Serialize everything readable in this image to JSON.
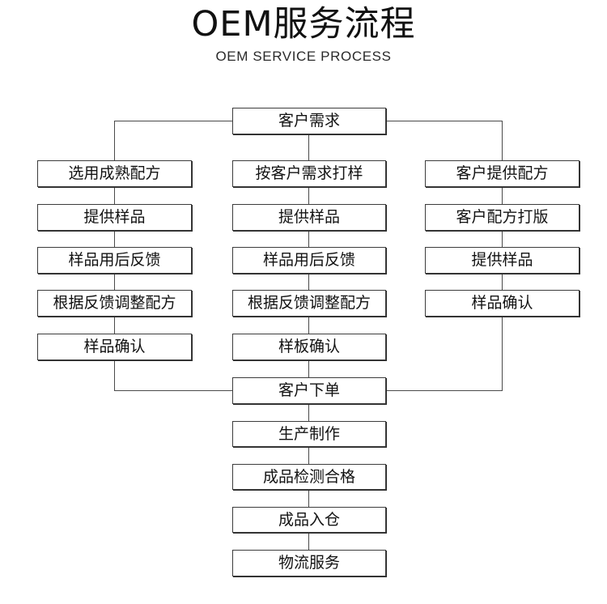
{
  "header": {
    "title": "OEM服务流程",
    "subtitle": "OEM SERVICE PROCESS"
  },
  "chart_data": {
    "type": "diagram",
    "title": "OEM服务流程",
    "subtitle": "OEM SERVICE PROCESS",
    "orientation": "top-down",
    "colors": {
      "box_border": "#3c3c3c",
      "box_fill": "#ffffff",
      "connector": "#4a4a4a",
      "text": "#121212"
    }
  },
  "flow": {
    "start": {
      "id": "customer-requirement",
      "label": "客户需求"
    },
    "branches": [
      {
        "id": "branch-mature-formula",
        "position": "left",
        "steps": [
          {
            "id": "left-step-1",
            "label": "选用成熟配方"
          },
          {
            "id": "left-step-2",
            "label": "提供样品"
          },
          {
            "id": "left-step-3",
            "label": "样品用后反馈"
          },
          {
            "id": "left-step-4",
            "label": "根据反馈调整配方"
          },
          {
            "id": "left-step-5",
            "label": "样品确认"
          }
        ]
      },
      {
        "id": "branch-custom-sample",
        "position": "center",
        "steps": [
          {
            "id": "center-step-1",
            "label": "按客户需求打样"
          },
          {
            "id": "center-step-2",
            "label": "提供样品"
          },
          {
            "id": "center-step-3",
            "label": "样品用后反馈"
          },
          {
            "id": "center-step-4",
            "label": "根据反馈调整配方"
          },
          {
            "id": "center-step-5",
            "label": "样板确认"
          }
        ]
      },
      {
        "id": "branch-customer-formula",
        "position": "right",
        "steps": [
          {
            "id": "right-step-1",
            "label": "客户提供配方"
          },
          {
            "id": "right-step-2",
            "label": "客户配方打版"
          },
          {
            "id": "right-step-3",
            "label": "提供样品"
          },
          {
            "id": "right-step-4",
            "label": "样品确认"
          }
        ]
      }
    ],
    "merge": [
      {
        "id": "merge-step-1",
        "label": "客户下单"
      },
      {
        "id": "merge-step-2",
        "label": "生产制作"
      },
      {
        "id": "merge-step-3",
        "label": "成品检测合格"
      },
      {
        "id": "merge-step-4",
        "label": "成品入仓"
      },
      {
        "id": "merge-step-5",
        "label": "物流服务"
      }
    ]
  }
}
